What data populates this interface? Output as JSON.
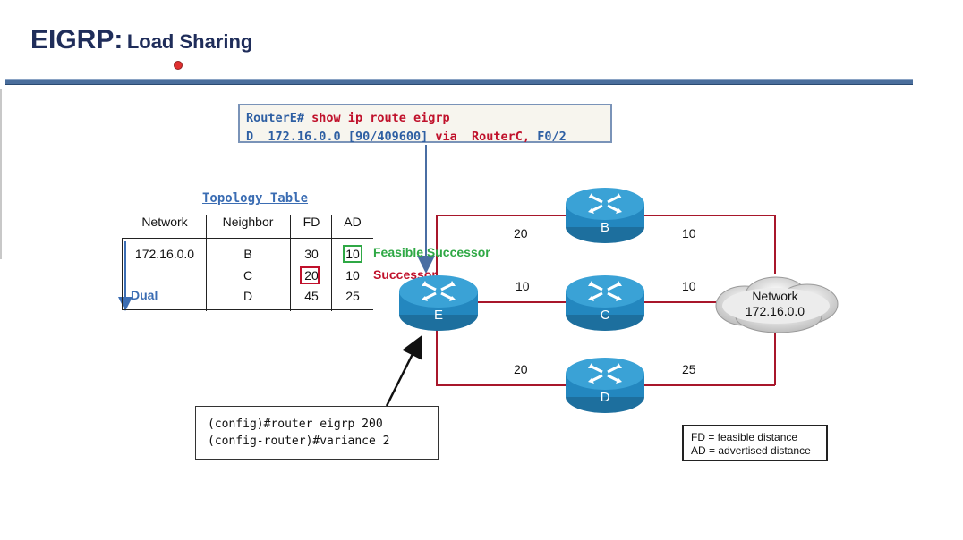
{
  "title": {
    "main": "EIGRP:",
    "sub": "Load Sharing"
  },
  "command": {
    "prompt": "RouterE#",
    "cmd": "show ip route eigrp",
    "route_code": "D",
    "route_text": "172.16.0.0 [90/409600]",
    "via": "via",
    "next_hop": "RouterC,",
    "iface": "F0/2"
  },
  "topology_table": {
    "title": "Topology Table",
    "headers": [
      "Network",
      "Neighbor",
      "FD",
      "AD"
    ],
    "network": "172.16.0.0",
    "rows": [
      {
        "neighbor": "B",
        "fd": "30",
        "ad": "10"
      },
      {
        "neighbor": "C",
        "fd": "20",
        "ad": "10"
      },
      {
        "neighbor": "D",
        "fd": "45",
        "ad": "25"
      }
    ],
    "dual_label": "Dual"
  },
  "annotations": {
    "feasible_successor": "Feasible Successor",
    "successor": "Successor"
  },
  "routers": {
    "e": "E",
    "b": "B",
    "c": "C",
    "d": "D"
  },
  "link_costs": {
    "e_b": "20",
    "b_net": "10",
    "e_c": "10",
    "c_net": "10",
    "e_d": "20",
    "d_net": "25"
  },
  "network_cloud": {
    "line1": "Network",
    "line2": "172.16.0.0"
  },
  "config": {
    "line1": "(config)#router eigrp 200",
    "line2": "(config-router)#variance 2"
  },
  "legend": {
    "fd": "FD = feasible distance",
    "ad": "AD = advertised distance"
  },
  "colors": {
    "title": "#1f2d5a",
    "link": "#a8172b",
    "router": "#2f93c8",
    "feasible_successor": "#2fa845",
    "successor": "#c0112b"
  }
}
